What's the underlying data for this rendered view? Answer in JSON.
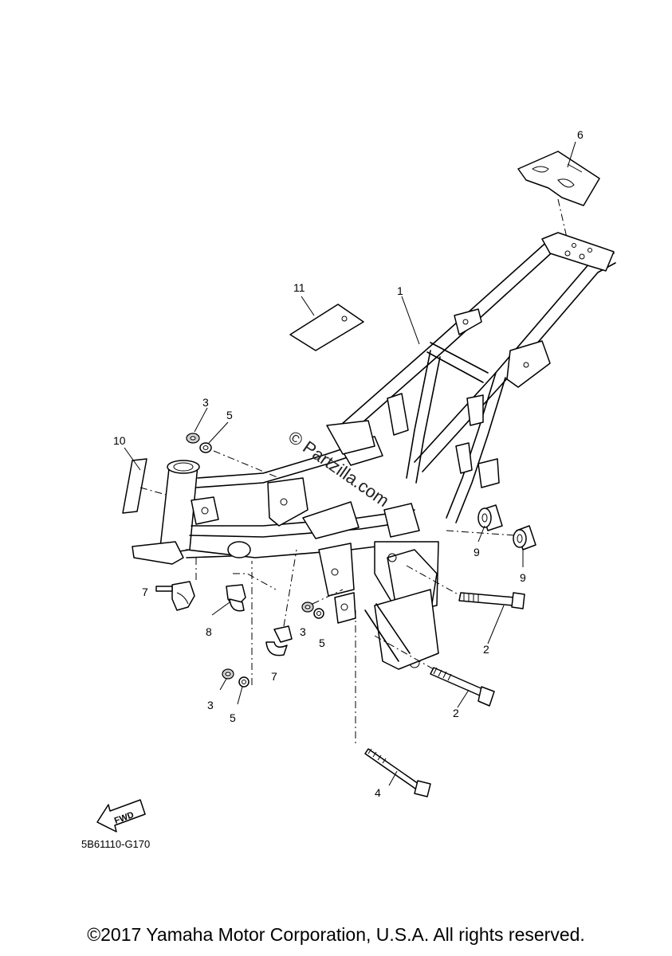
{
  "callouts": {
    "c1": "1",
    "c2a": "2",
    "c2b": "2",
    "c3a": "3",
    "c3b": "3",
    "c3c": "3",
    "c4": "4",
    "c5a": "5",
    "c5b": "5",
    "c5c": "5",
    "c6": "6",
    "c7a": "7",
    "c7b": "7",
    "c8": "8",
    "c9a": "9",
    "c9b": "9",
    "c10": "10",
    "c11": "11"
  },
  "fwd_label": "FWD",
  "watermark": "© Partzilla.com",
  "diagram_code": "5B61110-G170",
  "copyright": "©2017 Yamaha Motor Corporation, U.S.A. All rights reserved."
}
